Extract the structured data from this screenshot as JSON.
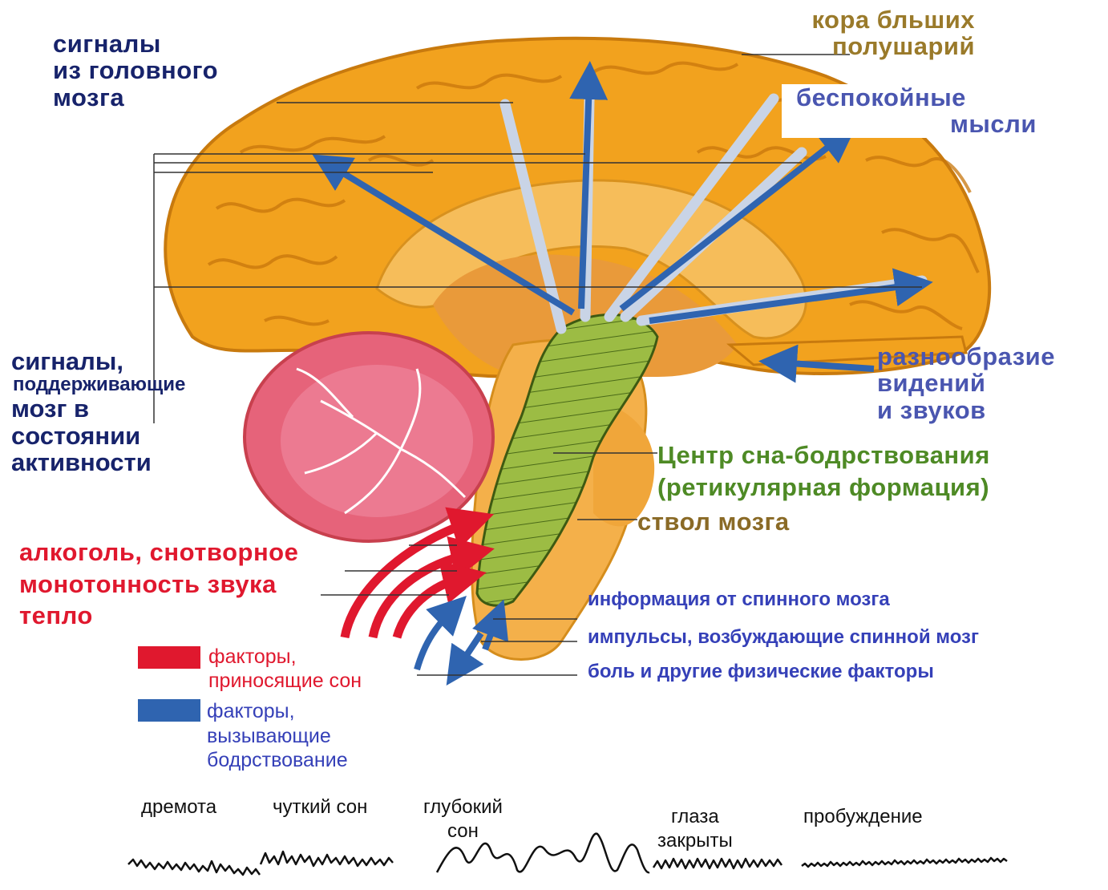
{
  "colors": {
    "cortex": "#f2a21e",
    "cortex_light": "#f8c25a",
    "cerebellum": "#e6637a",
    "reticular": "#8fae3a",
    "sleep_factor": "#e0182e",
    "wake_factor": "#2f64b0",
    "pathway": "#c9d4e6"
  },
  "labels": {
    "brain_signals": [
      "сигналы",
      "из головного",
      "мозга"
    ],
    "cortex": [
      "кора бльших",
      "полушарий"
    ],
    "anxious_thoughts": [
      "беспокойные",
      "мысли"
    ],
    "activity_signals": [
      "сигналы,",
      "поддерживающие",
      "мозг в",
      "состоянии",
      "активности"
    ],
    "variety": [
      "разнообразие",
      "видений",
      "и звуков"
    ],
    "center": [
      "Центр сна-бодрствования",
      "(ретикулярная формация)"
    ],
    "brainstem": "ствол мозга",
    "sleep_causes": [
      "алкоголь, снотворное",
      "монотонность звука",
      "тепло"
    ],
    "spinal_info": "информация от спинного мозга",
    "spinal_impulses": "импульсы, возбуждающие спинной мозг",
    "pain": "боль и другие физические факторы"
  },
  "legend": {
    "sleep": [
      "факторы,",
      "приносящие сон"
    ],
    "wake": [
      "факторы,",
      "вызывающие",
      "бодрствование"
    ]
  },
  "eeg": {
    "stages": [
      "дремота",
      "чуткий сон",
      "глубокий сон",
      "глаза закрыты",
      "пробуждение"
    ],
    "stage_lines": {
      "deep": [
        "глубокий",
        "сон"
      ],
      "eyes": [
        "глаза",
        "закрыты"
      ]
    }
  }
}
